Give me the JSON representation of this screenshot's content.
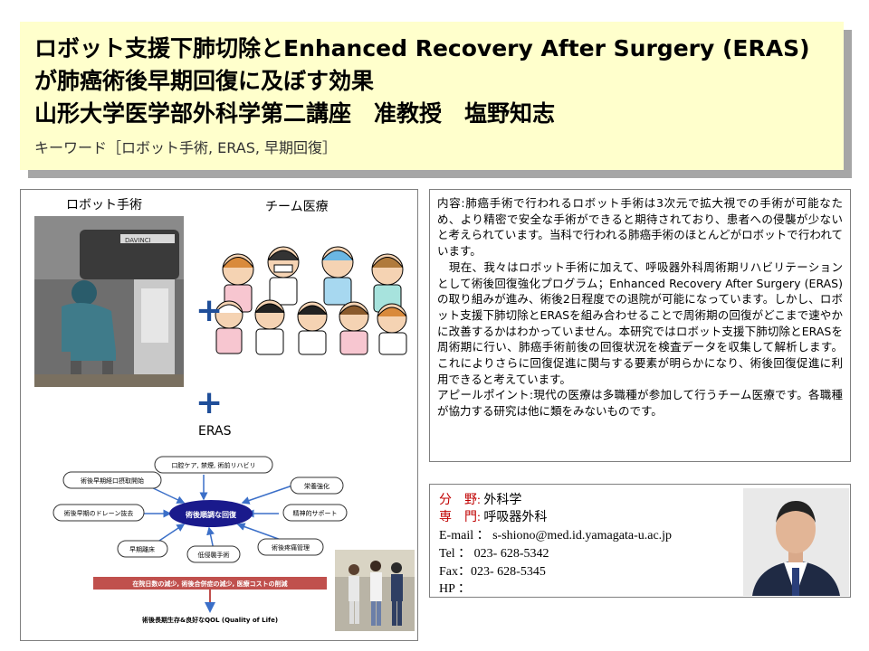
{
  "title": {
    "line1": "ロボット支援下肺切除とEnhanced Recovery After Surgery (ERAS)",
    "line2": "が肺癌術後早期回復に及ぼす効果",
    "line3": "山形大学医学部外科学第二講座　准教授　塩野知志",
    "keywords": "キーワード［ロボット手術, ERAS, 早期回復］"
  },
  "figure": {
    "robot_label": "ロボット手術",
    "team_label": "チーム医療",
    "eras_label": "ERAS",
    "plus": "+",
    "robot_text": "DAVINCI",
    "eras_center": "術後順調な回復",
    "eras_items": {
      "oral": "口腔ケア, 禁煙, 術前リハビリ",
      "early_feeding": "術後早期経口摂取開始",
      "nutrition": "栄養強化",
      "drain": "術後早期のドレーン抜去",
      "mental": "精神的サポート",
      "ambulation": "早期離床",
      "minimally_invasive": "低侵襲手術",
      "pain": "術後疼痛管理"
    },
    "eras_banner": "在院日数の減少, 術後合併症の減少, 医療コストの削減",
    "eras_bottom": "術後長期生存&良好なQOL (Quality of Life)"
  },
  "content": {
    "para1": "内容:肺癌手術で行われるロボット手術は3次元で拡大視での手術が可能なため、より精密で安全な手術ができると期待されており、患者への侵襲が少ないと考えられています。当科で行われる肺癌手術のほとんどがロボットで行われています。",
    "para2": "　現在、我々はロボット手術に加えて、呼吸器外科周術期リハビリテーションとして術後回復強化プログラム；Enhanced Recovery After Surgery (ERAS)の取り組みが進み、術後2日程度での退院が可能になっています。しかし、ロボット支援下肺切除とERASを組み合わせることで周術期の回復がどこまで速やかに改善するかはわかっていません。本研究ではロボット支援下肺切除とERASを周術期に行い、肺癌手術前後の回復状況を検査データを収集して解析します。これによりさらに回復促進に関与する要素が明らかになり、術後回復促進に利用できると考えています。",
    "para3": "アピールポイント:現代の医療は多職種が参加して行うチーム医療です。各職種が協力する研究は他に類をみないものです。"
  },
  "contact": {
    "field_label": "分　野:",
    "field_value": "外科学",
    "specialty_label": "専　門:",
    "specialty_value": "呼吸器外科",
    "email": "E-mail ： s-shiono@med.id.yamagata-u.ac.jp",
    "tel": "Tel ： 023- 628-5342",
    "fax": "Fax：023-  628-5345",
    "hp": "HP ："
  },
  "colors": {
    "title_bg": "#ffffcc",
    "shadow": "#a6a6a6",
    "accent_red": "#c00000",
    "eras_blue": "#1a1a8c",
    "arrow_blue": "#3b6fc8",
    "banner_red": "#c0504d"
  }
}
